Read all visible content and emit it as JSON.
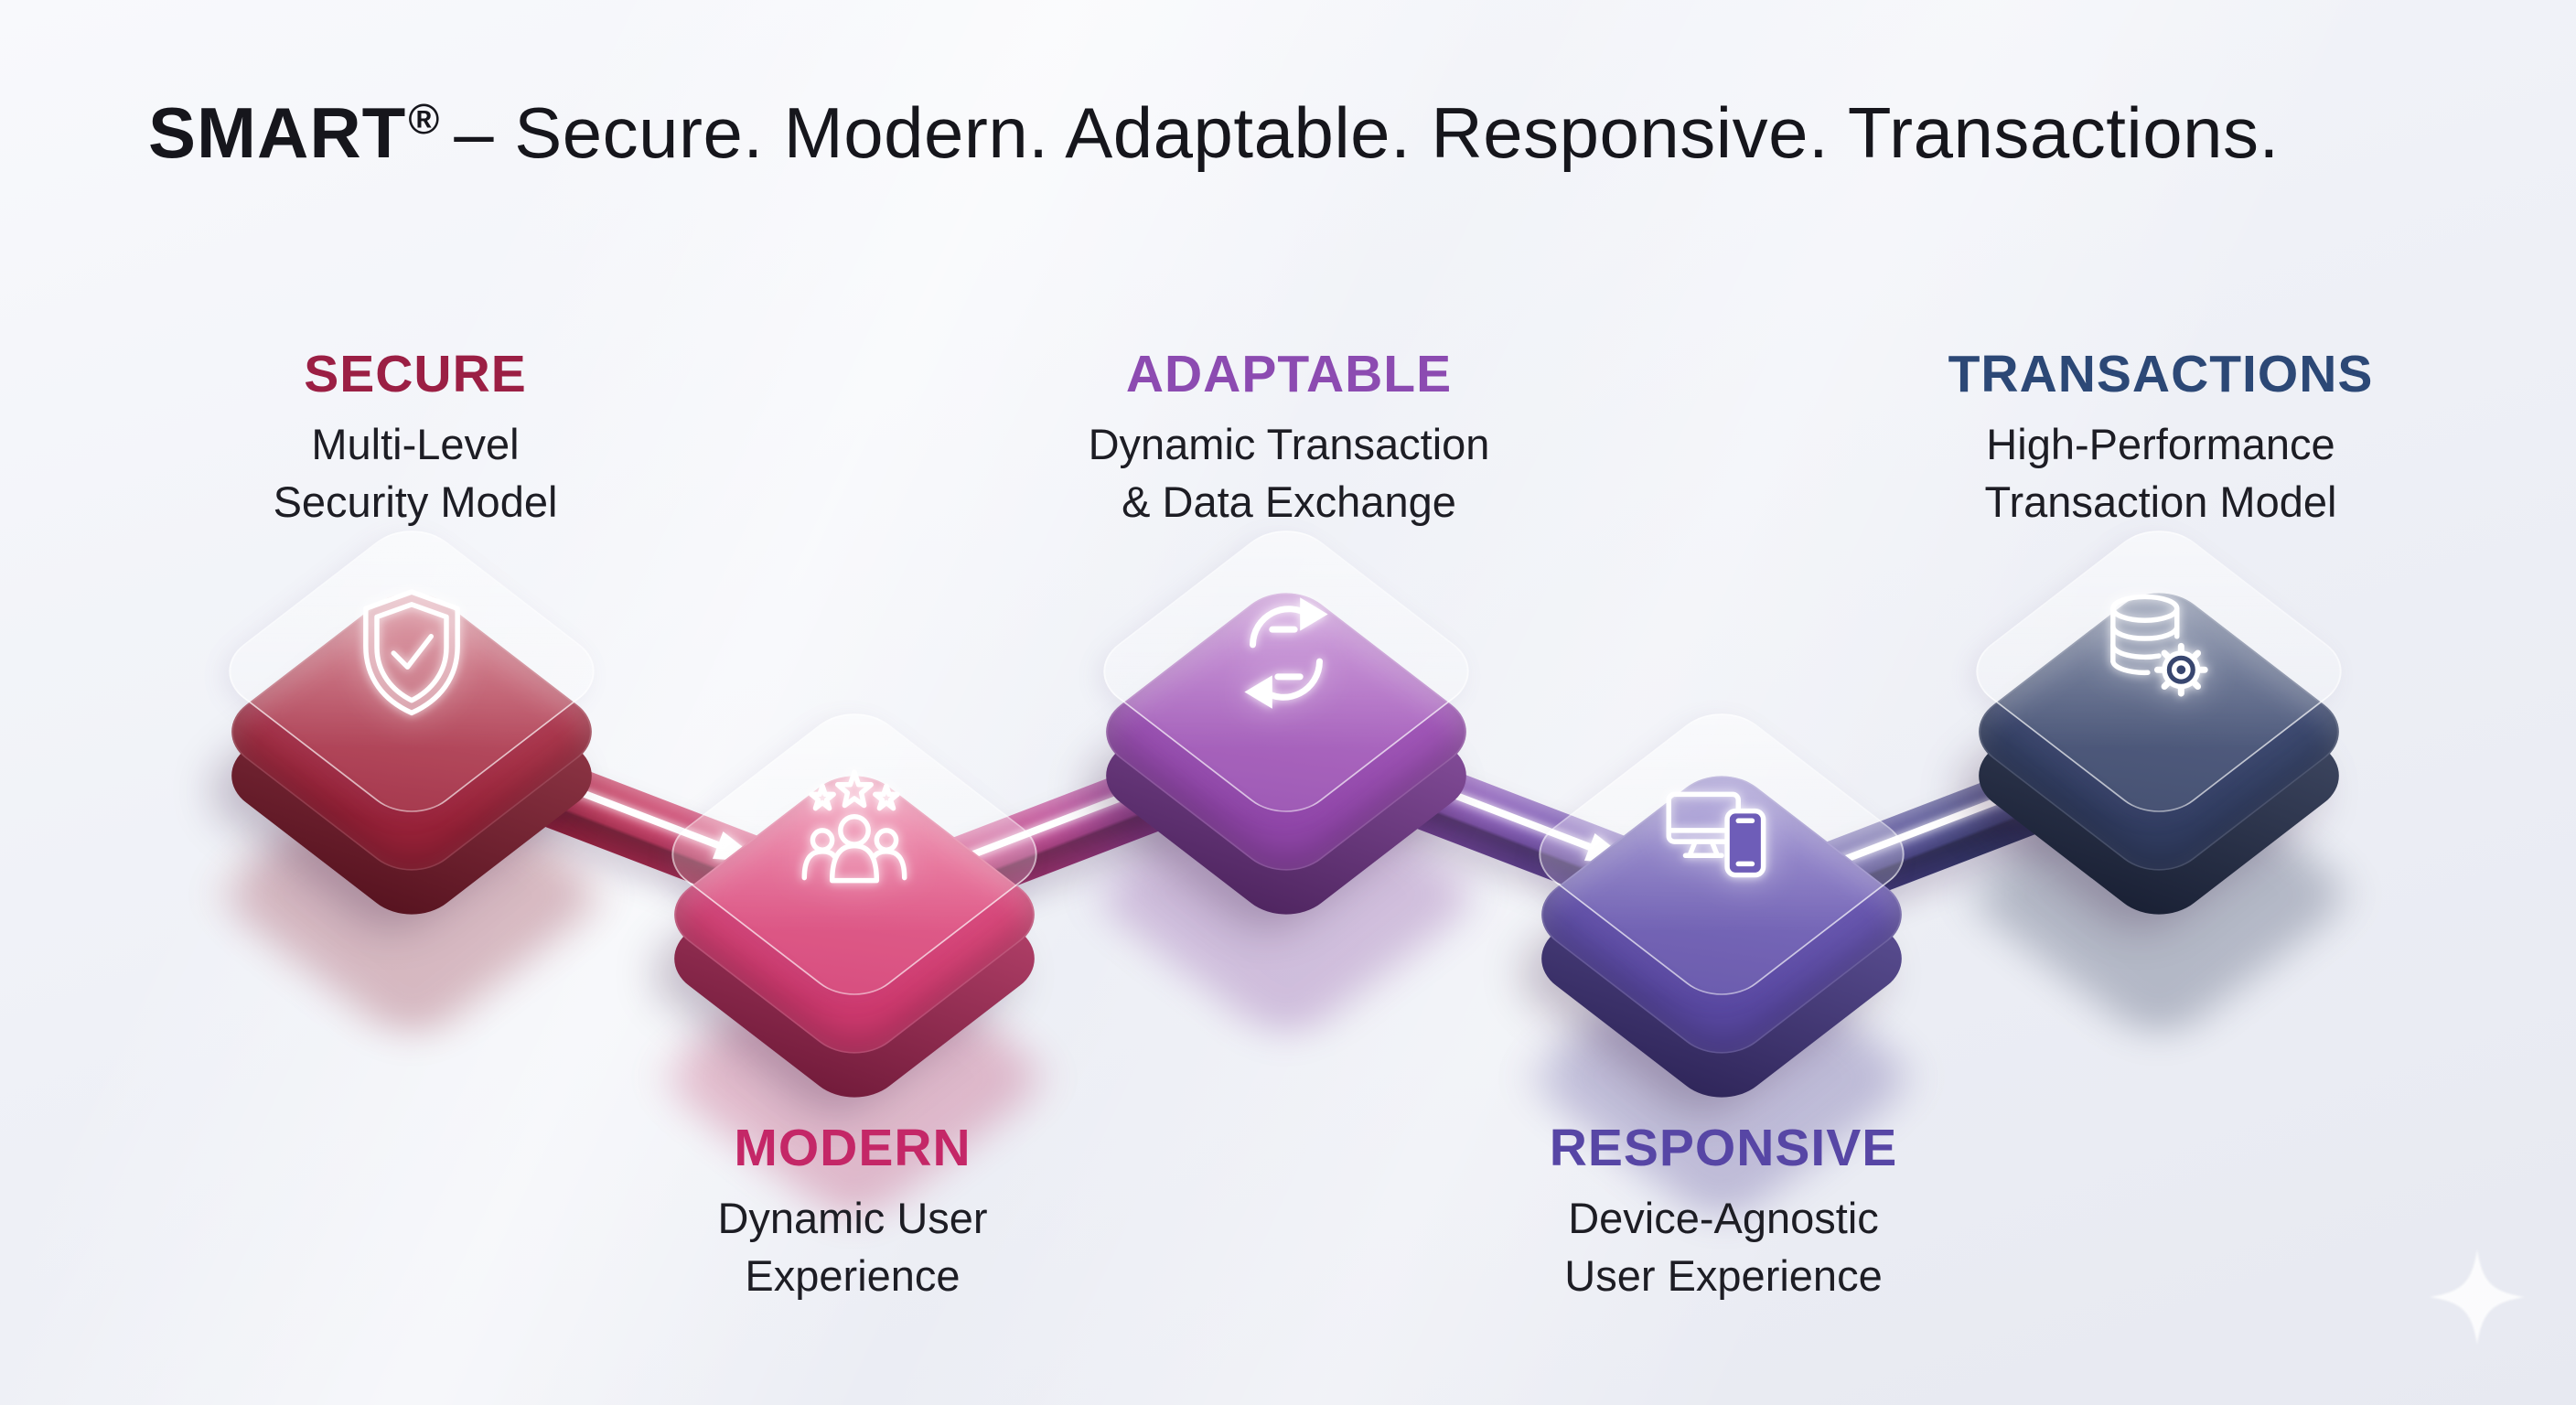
{
  "title": {
    "brand": "SMART",
    "registered": "®",
    "tagline": "– Secure. Modern. Adaptable. Responsive. Transactions."
  },
  "background": {
    "top": "#f8f9fc",
    "bottom": "#e7e9f1"
  },
  "body_text_color": "#1d1d24",
  "nodes": [
    {
      "id": "secure",
      "heading": "SECURE",
      "subtitle_line1": "Multi-Level",
      "subtitle_line2": "Security Model",
      "icon": "shield-check-icon",
      "colors": {
        "heading": "#9b1f44",
        "face_top": "#c8566a",
        "face_bottom": "#9b2239",
        "side": "#8a1d31"
      }
    },
    {
      "id": "modern",
      "heading": "MODERN",
      "subtitle_line1": "Dynamic User",
      "subtitle_line2": "Experience",
      "icon": "team-stars-icon",
      "colors": {
        "heading": "#c42767",
        "face_top": "#ea5e8d",
        "face_bottom": "#d23a70",
        "side": "#b52a5c"
      }
    },
    {
      "id": "adaptable",
      "heading": "ADAPTABLE",
      "subtitle_line1": "Dynamic Transaction",
      "subtitle_line2": "& Data Exchange",
      "icon": "sync-arrows-icon",
      "colors": {
        "heading": "#8c4bb1",
        "face_top": "#b469c9",
        "face_bottom": "#9347ac",
        "side": "#7d3a98"
      }
    },
    {
      "id": "responsive",
      "heading": "RESPONSIVE",
      "subtitle_line1": "Device-Agnostic",
      "subtitle_line2": "User Experience",
      "icon": "devices-icon",
      "colors": {
        "heading": "#5746a5",
        "face_top": "#7b6ac2",
        "face_bottom": "#5a49a4",
        "side": "#4a3b8e"
      }
    },
    {
      "id": "transactions",
      "heading": "TRANSACTIONS",
      "subtitle_line1": "High-Performance",
      "subtitle_line2": "Transaction Model",
      "icon": "database-gear-icon",
      "colors": {
        "heading": "#2c4876",
        "face_top": "#49587f",
        "face_bottom": "#323e63",
        "side": "#273252"
      }
    }
  ],
  "connectors": [
    {
      "from": "SECURE",
      "to": "MODERN",
      "direction": "down-right",
      "arrow": "arrow-icon",
      "color_from": "#b02744",
      "color_to": "#d63c74"
    },
    {
      "from": "MODERN",
      "to": "ADAPTABLE",
      "direction": "up-right",
      "arrow": "arrow-icon",
      "color_from": "#cf3a78",
      "color_to": "#9149ae"
    },
    {
      "from": "ADAPTABLE",
      "to": "RESPONSIVE",
      "direction": "down-right",
      "arrow": "arrow-icon",
      "color_from": "#9854b8",
      "color_to": "#5e4caa"
    },
    {
      "from": "RESPONSIVE",
      "to": "TRANSACTIONS",
      "direction": "up-right",
      "arrow": "arrow-icon",
      "color_from": "#5a49a5",
      "color_to": "#32406b"
    }
  ],
  "decor": {
    "sparkle": "sparkle-icon"
  }
}
